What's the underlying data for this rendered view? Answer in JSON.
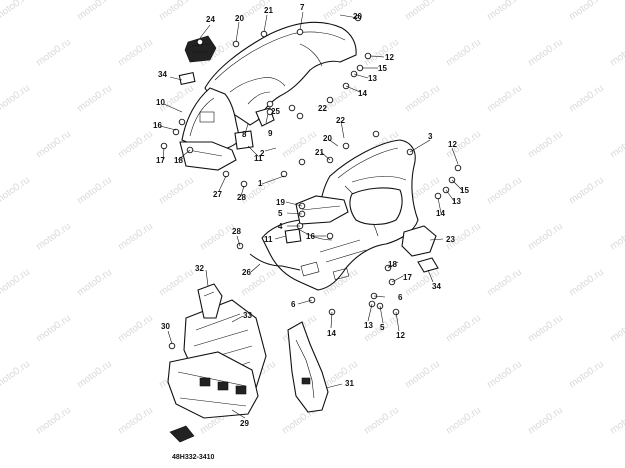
{
  "diagram": {
    "drawing_code": "48H332-3410",
    "watermark_text": "moto0.ru",
    "callouts": [
      "24",
      "20",
      "21",
      "7",
      "20",
      "12",
      "15",
      "13",
      "14",
      "22",
      "34",
      "10",
      "25",
      "16",
      "9",
      "8",
      "11",
      "2",
      "20",
      "21",
      "22",
      "3",
      "12",
      "15",
      "13",
      "14",
      "1",
      "19",
      "5",
      "18",
      "17",
      "27",
      "28",
      "4",
      "6",
      "11",
      "16",
      "28",
      "26",
      "23",
      "18",
      "17",
      "34",
      "32",
      "6",
      "33",
      "14",
      "13",
      "5",
      "12",
      "30",
      "31",
      "29"
    ]
  }
}
